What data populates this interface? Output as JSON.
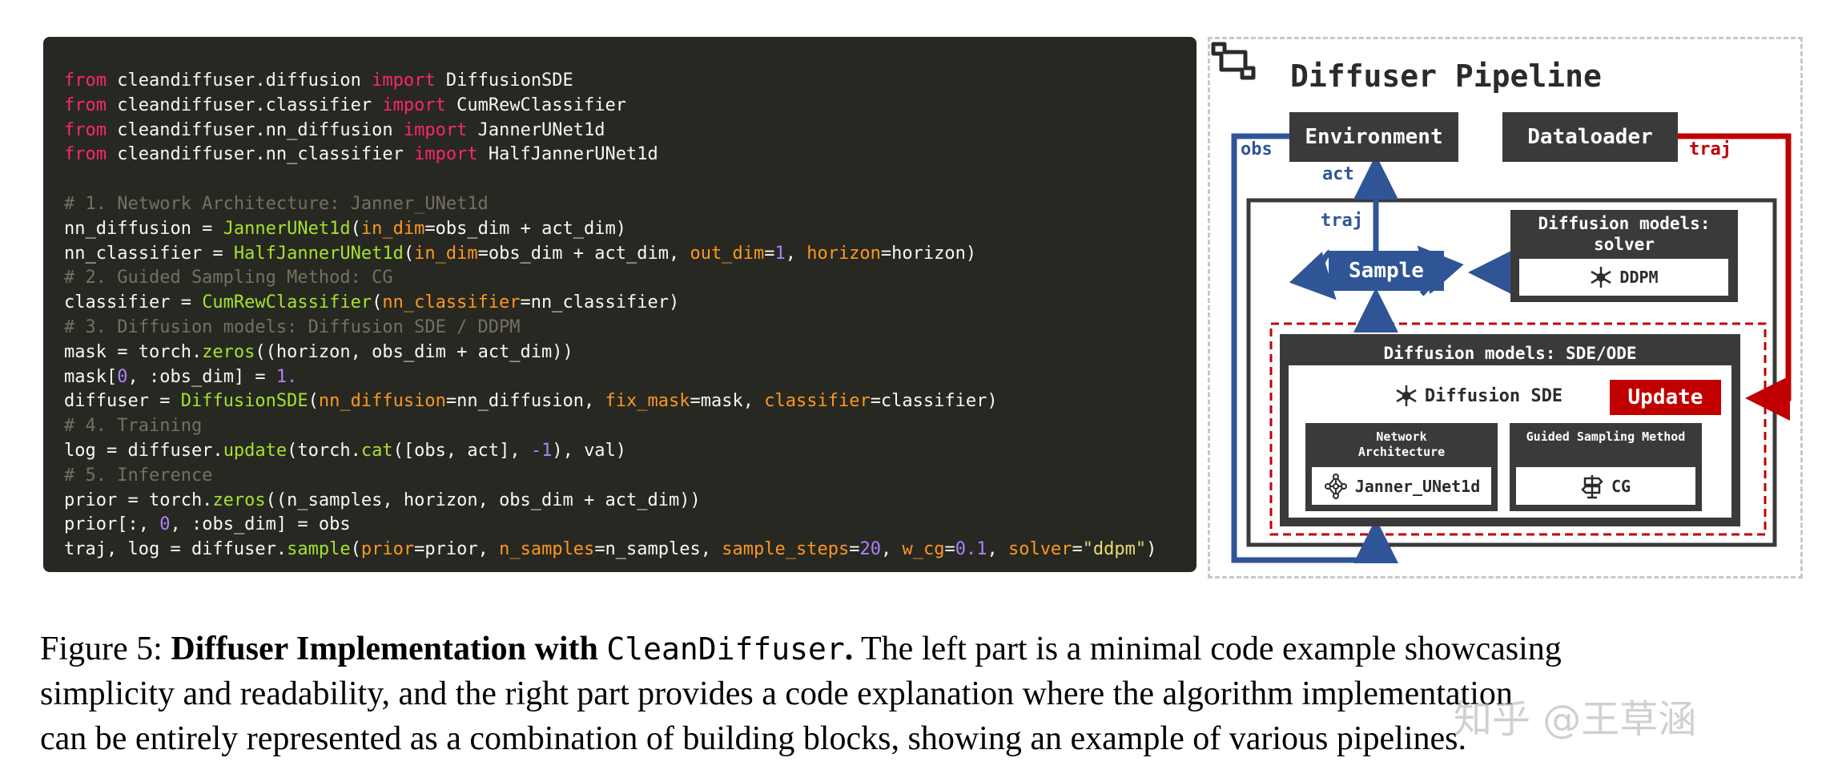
{
  "code": {
    "lines": [
      [
        {
          "t": "from",
          "c": "kw"
        },
        {
          "t": " cleandiffuser.diffusion "
        },
        {
          "t": "import",
          "c": "kw"
        },
        {
          "t": " DiffusionSDE"
        }
      ],
      [
        {
          "t": "from",
          "c": "kw"
        },
        {
          "t": " cleandiffuser.classifier "
        },
        {
          "t": "import",
          "c": "kw"
        },
        {
          "t": " CumRewClassifier"
        }
      ],
      [
        {
          "t": "from",
          "c": "kw"
        },
        {
          "t": " cleandiffuser.nn_diffusion "
        },
        {
          "t": "import",
          "c": "kw"
        },
        {
          "t": " JannerUNet1d"
        }
      ],
      [
        {
          "t": "from",
          "c": "kw"
        },
        {
          "t": " cleandiffuser.nn_classifier "
        },
        {
          "t": "import",
          "c": "kw"
        },
        {
          "t": " HalfJannerUNet1d"
        }
      ],
      [],
      [
        {
          "t": "# 1. Network Architecture: Janner_UNet1d",
          "c": "cm"
        }
      ],
      [
        {
          "t": "nn_diffusion = "
        },
        {
          "t": "JannerUNet1d",
          "c": "fn"
        },
        {
          "t": "("
        },
        {
          "t": "in_dim",
          "c": "ar"
        },
        {
          "t": "=obs_dim + act_dim)"
        }
      ],
      [
        {
          "t": "nn_classifier = "
        },
        {
          "t": "HalfJannerUNet1d",
          "c": "fn"
        },
        {
          "t": "("
        },
        {
          "t": "in_dim",
          "c": "ar"
        },
        {
          "t": "=obs_dim + act_dim, "
        },
        {
          "t": "out_dim",
          "c": "ar"
        },
        {
          "t": "="
        },
        {
          "t": "1",
          "c": "nm"
        },
        {
          "t": ", "
        },
        {
          "t": "horizon",
          "c": "ar"
        },
        {
          "t": "=horizon)"
        }
      ],
      [
        {
          "t": "# 2. Guided Sampling Method: CG",
          "c": "cm"
        }
      ],
      [
        {
          "t": "classifier = "
        },
        {
          "t": "CumRewClassifier",
          "c": "fn"
        },
        {
          "t": "("
        },
        {
          "t": "nn_classifier",
          "c": "ar"
        },
        {
          "t": "=nn_classifier)"
        }
      ],
      [
        {
          "t": "# 3. Diffusion models: Diffusion SDE / DDPM",
          "c": "cm"
        }
      ],
      [
        {
          "t": "mask = torch."
        },
        {
          "t": "zeros",
          "c": "fn"
        },
        {
          "t": "((horizon, obs_dim + act_dim))"
        }
      ],
      [
        {
          "t": "mask["
        },
        {
          "t": "0",
          "c": "nm"
        },
        {
          "t": ", :obs_dim] = "
        },
        {
          "t": "1.",
          "c": "nm"
        }
      ],
      [
        {
          "t": "diffuser = "
        },
        {
          "t": "DiffusionSDE",
          "c": "fn"
        },
        {
          "t": "("
        },
        {
          "t": "nn_diffusion",
          "c": "ar"
        },
        {
          "t": "=nn_diffusion, "
        },
        {
          "t": "fix_mask",
          "c": "ar"
        },
        {
          "t": "=mask, "
        },
        {
          "t": "classifier",
          "c": "ar"
        },
        {
          "t": "=classifier)"
        }
      ],
      [
        {
          "t": "# 4. Training",
          "c": "cm"
        }
      ],
      [
        {
          "t": "log = diffuser."
        },
        {
          "t": "update",
          "c": "fn"
        },
        {
          "t": "(torch."
        },
        {
          "t": "cat",
          "c": "fn"
        },
        {
          "t": "([obs, act], "
        },
        {
          "t": "-1",
          "c": "nm"
        },
        {
          "t": "), val)"
        }
      ],
      [
        {
          "t": "# 5. Inference",
          "c": "cm"
        }
      ],
      [
        {
          "t": "prior = torch."
        },
        {
          "t": "zeros",
          "c": "fn"
        },
        {
          "t": "((n_samples, horizon, obs_dim + act_dim))"
        }
      ],
      [
        {
          "t": "prior[:, "
        },
        {
          "t": "0",
          "c": "nm"
        },
        {
          "t": ", :obs_dim] = obs"
        }
      ],
      [
        {
          "t": "traj, log = diffuser."
        },
        {
          "t": "sample",
          "c": "fn"
        },
        {
          "t": "("
        },
        {
          "t": "prior",
          "c": "ar"
        },
        {
          "t": "=prior, "
        },
        {
          "t": "n_samples",
          "c": "ar"
        },
        {
          "t": "=n_samples, "
        },
        {
          "t": "sample_steps",
          "c": "ar"
        },
        {
          "t": "="
        },
        {
          "t": "20",
          "c": "nm"
        },
        {
          "t": ", "
        },
        {
          "t": "w_cg",
          "c": "ar"
        },
        {
          "t": "="
        },
        {
          "t": "0.1",
          "c": "nm"
        },
        {
          "t": ", "
        },
        {
          "t": "solver",
          "c": "ar"
        },
        {
          "t": "="
        },
        {
          "t": "\"ddpm\"",
          "c": "st"
        },
        {
          "t": ")"
        }
      ]
    ]
  },
  "diagram": {
    "title": "Diffuser Pipeline",
    "environment": "Environment",
    "dataloader": "Dataloader",
    "obs_label": "obs",
    "act_label": "act",
    "traj_label_left": "traj",
    "traj_label_right": "traj",
    "sample": "Sample",
    "solver_title": "Diffusion models: solver",
    "solver_value": "DDPM",
    "sde_title": "Diffusion models: SDE/ODE",
    "sde_value": "Diffusion SDE",
    "update": "Update",
    "net_arch_title": "Network Architecture",
    "net_arch_value": "Janner_UNet1d",
    "guided_title": "Guided Sampling Method",
    "guided_value": "CG"
  },
  "caption": {
    "prefix": "Figure 5: ",
    "bold": "Diffuser Implementation with ",
    "mono": "CleanDiffuser",
    "bold_end": ".",
    "line1_rest": " The left part is a minimal code example showcasing",
    "line2": "simplicity and readability, and the right part provides a code explanation where the algorithm implementation",
    "line3": "can be entirely represented as a combination of building blocks, showing an example of various pipelines."
  },
  "watermark": "知乎 @王草涵",
  "colors": {
    "code_bg": "#272822",
    "keyword": "#f92672",
    "comment": "#75715e",
    "function": "#a6e22e",
    "argument": "#fd971f",
    "number": "#ae81ff",
    "string": "#e6db74",
    "dark_box": "#3a3a3a",
    "blue": "#2f5597",
    "red": "#c00000"
  }
}
